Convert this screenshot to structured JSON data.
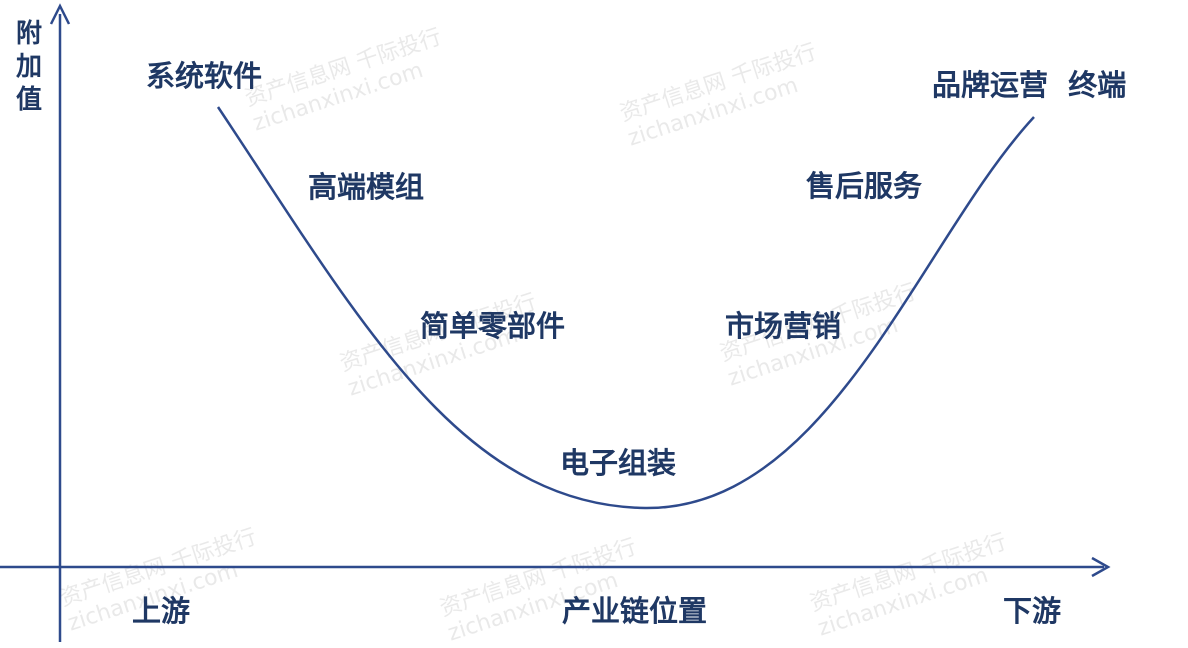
{
  "diagram": {
    "y_axis_label": [
      "附",
      "加",
      "值"
    ],
    "x_axis": {
      "left_label": "上游",
      "center_label": "产业链位置",
      "right_label": "下游"
    },
    "curve_labels": {
      "system_software": "系统软件",
      "high_end_module": "高端模组",
      "simple_parts": "简单零部件",
      "electronic_assembly": "电子组装",
      "marketing": "市场营销",
      "after_sales": "售后服务",
      "brand_terminal": "品牌运营  终端"
    },
    "watermark": {
      "line1": "资产信息网 千际投行",
      "line2": "zichanxinxi.com"
    },
    "colors": {
      "axis": "#2e4a8c",
      "curve": "#2e4a8c",
      "text": "#1f3864"
    }
  }
}
